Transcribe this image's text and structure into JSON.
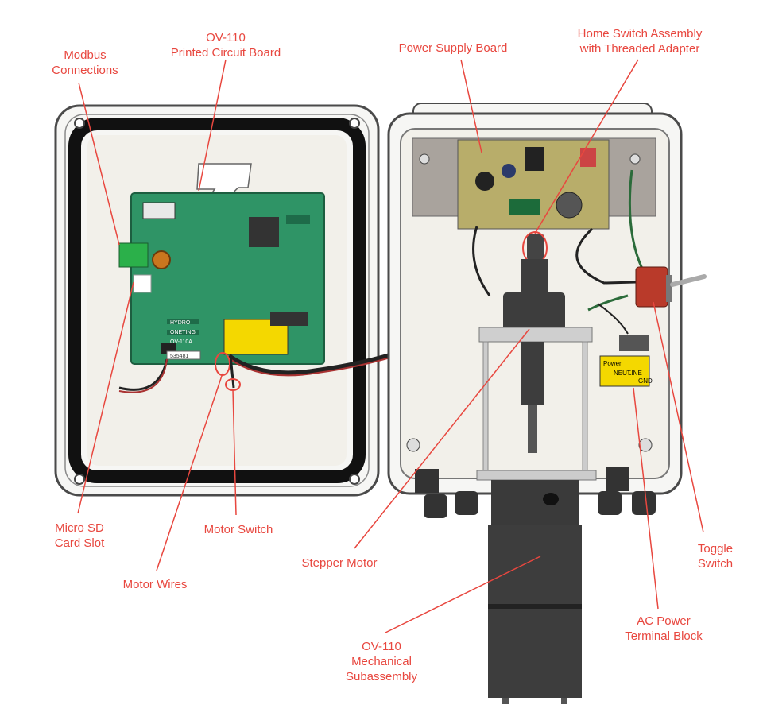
{
  "colors": {
    "label": "#e8473f",
    "board": "#2f9466",
    "enclosure_edge": "#555555",
    "gasket": "#111111",
    "panel": "#f3f1ec",
    "plate": "#a9a39d",
    "motor": "#3d3d3d",
    "terminal_label": "#f4d800"
  },
  "labels": {
    "modbus": [
      "Modbus",
      "Connections"
    ],
    "pcb": [
      "OV-110",
      "Printed Circuit Board"
    ],
    "power_supply": [
      "Power Supply Board"
    ],
    "home_switch": [
      "Home Switch Assembly",
      "with Threaded Adapter"
    ],
    "micro_sd": [
      "Micro SD",
      "Card Slot"
    ],
    "motor_switch": [
      "Motor Switch"
    ],
    "motor_wires": [
      "Motor Wires"
    ],
    "stepper": [
      "Stepper Motor"
    ],
    "toggle": [
      "Toggle",
      "Switch"
    ],
    "ac_power": [
      "AC Power",
      "Terminal Block"
    ],
    "mech": [
      "OV-110",
      "Mechanical",
      "Subassembly"
    ]
  },
  "board_print": {
    "brand_line1": "HYDRO",
    "brand_line2": "ONETING",
    "model": "OV-110A",
    "serial": "535481"
  },
  "terminal_print": [
    "Power",
    "NEUT",
    "LINE",
    "GND"
  ],
  "icons": [
    "screw-icon",
    "gasket-icon",
    "cable-gland-icon"
  ]
}
